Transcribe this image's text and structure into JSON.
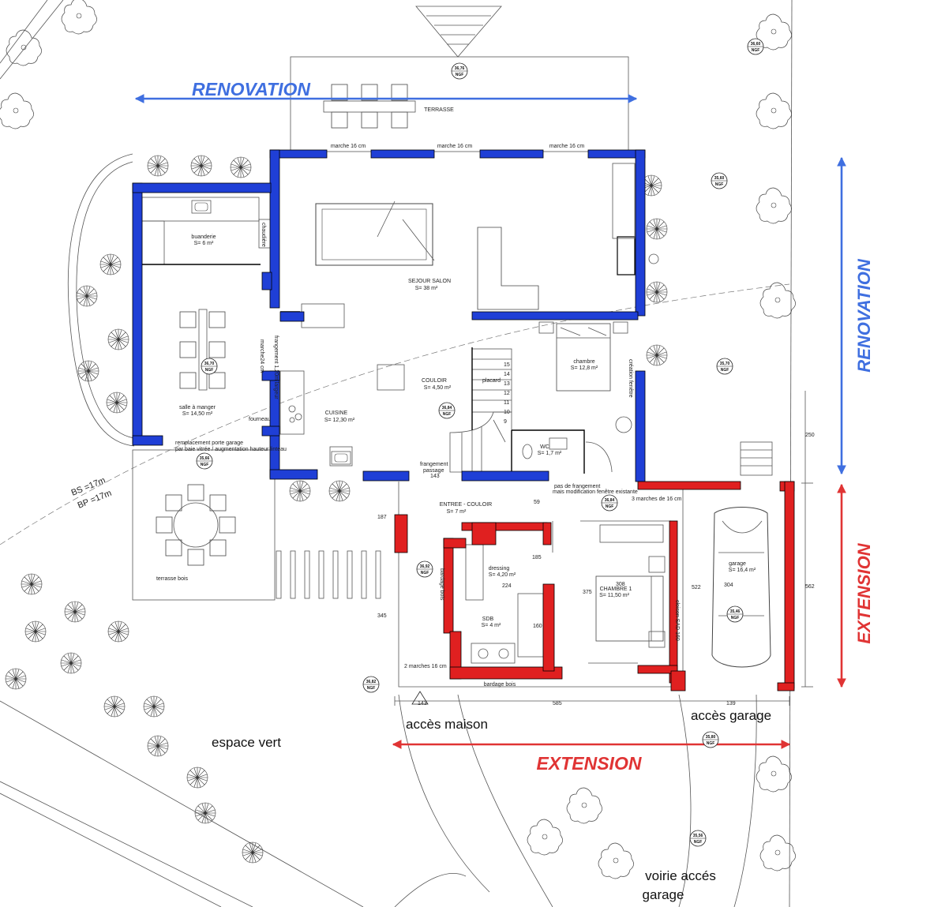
{
  "banners": {
    "renovation_top": "RENOVATION",
    "renovation_side": "RENOVATION",
    "extension_side": "EXTENSION",
    "extension_bottom": "EXTENSION"
  },
  "colors": {
    "renovation_blue": "#1f3fd6",
    "renovation_label": "#3f6fe0",
    "extension_red": "#e02020",
    "extension_label": "#e03434"
  },
  "rooms": {
    "terrasse": "TERRASSE",
    "buanderie": "buanderie",
    "buanderie_area": "S= 6 m²",
    "sejour": "SEJOUR SALON",
    "sejour_area": "S= 38 m²",
    "chambre": "chambre",
    "chambre_area": "S= 12,8 m²",
    "salle_manger": "salle à manger",
    "salle_manger_area": "S= 14,50 m²",
    "couloir": "COULOIR",
    "couloir_area": "S= 4,50 m²",
    "cuisine": "CUISINE",
    "cuisine_area": "S= 12,30 m²",
    "wc": "WC",
    "wc_area": "S= 1,7 m²",
    "entree": "ENTREE - COULOIR",
    "entree_area": "S= 7 m²",
    "dressing": "dressing",
    "dressing_area": "S= 4,20 m²",
    "sdb": "SDB",
    "sdb_area": "S= 4 m²",
    "chambre1": "CHAMBRE 1",
    "chambre1_area": "S= 11,50 m²",
    "garage": "garage",
    "garage_area": "S= 16,4 m²",
    "terrasse_bois": "terrasse bois"
  },
  "annotations": {
    "marche1": "marche 16 cm",
    "marche2": "marche 16 cm",
    "marche3": "marche 16 cm",
    "chaudiere": "chaudière",
    "marche24": "marche24 cm",
    "franchissement": "frangement 1,20m largeur",
    "placard": "placard",
    "creation_fenetre": "création fenêtre",
    "fourneau": "fourneau",
    "remplacement1": "remplacement porte garage",
    "remplacement2": "par baie vitrée / augmentation hauteur linteau",
    "bs": "BS =17m",
    "bp": "BP =17m",
    "passage1": "frangement",
    "passage2": "passage",
    "pas_franchissement": "pas de frangement",
    "pas_franchissement2": "mais modification fenêtre existante",
    "marches3_16": "3 marches de 16 cm",
    "bardage_bois_v": "bardage bois",
    "bardage_bois_h": "bardage bois",
    "cloison": "cloison SAD 160",
    "marches2_16": "2 marches 16 cm"
  },
  "dimensions": {
    "d143a": "143",
    "d59": "59",
    "d185": "185",
    "d224": "224",
    "d187": "187",
    "d345": "345",
    "d375": "375",
    "d308": "308",
    "d522": "522",
    "d304": "304",
    "d562": "562",
    "d250": "250",
    "d160": "160",
    "d143b": "143",
    "d585": "585",
    "d139": "139"
  },
  "stairs_numbers": [
    "15",
    "14",
    "13",
    "12",
    "11",
    "10",
    "9"
  ],
  "levels": [
    {
      "id": "l1",
      "value": "36,76",
      "unit": "NGF"
    },
    {
      "id": "l2",
      "value": "36,60",
      "unit": "NGF"
    },
    {
      "id": "l3",
      "value": "35,60",
      "unit": "NGF"
    },
    {
      "id": "l4",
      "value": "36,70",
      "unit": "NGF"
    },
    {
      "id": "l5",
      "value": "35,70",
      "unit": "NGF"
    },
    {
      "id": "l6",
      "value": "36,84",
      "unit": "NGF"
    },
    {
      "id": "l7",
      "value": "35,66",
      "unit": "NGF"
    },
    {
      "id": "l8",
      "value": "36,84",
      "unit": "NGF"
    },
    {
      "id": "l9",
      "value": "36,92",
      "unit": "NGF"
    },
    {
      "id": "l10",
      "value": "35,46",
      "unit": "NGF"
    },
    {
      "id": "l11",
      "value": "36,82",
      "unit": "NGF"
    },
    {
      "id": "l12",
      "value": "35,80",
      "unit": "NGF"
    },
    {
      "id": "l13",
      "value": "35,56",
      "unit": "NGF"
    }
  ],
  "site": {
    "acces_maison": "accès maison",
    "acces_garage": "accès garage",
    "espace_vert": "espace vert",
    "voirie1": "voirie accés",
    "voirie2": "garage"
  }
}
